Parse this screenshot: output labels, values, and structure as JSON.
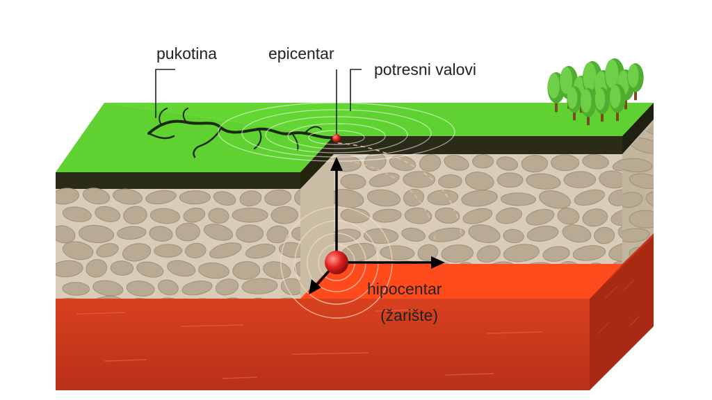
{
  "labels": {
    "crack": "pukotina",
    "epicenter": "epicentar",
    "waves": "potresni valovi",
    "hypocenter_line1": "hipocentar",
    "hypocenter_line2": "(žarište)"
  },
  "colors": {
    "grass": "#5fd130",
    "soil": "#2b2b1a",
    "rock_bg": "#d9cdb9",
    "stone": "#b9ab93",
    "stone_edge": "#9e907a",
    "magma": "#cf3a1c",
    "magma_side": "#a82a12",
    "magma_top": "#ff4a1c",
    "focus": "#d91f1f",
    "tree_leaf": "#6fcf48",
    "tree_trunk": "#7a4a22",
    "arrow": "#000000",
    "wave": "#ffffff",
    "label_text": "#222222"
  },
  "icons": {
    "epicenter_marker": "red-dot",
    "hypocenter_marker": "red-sphere",
    "trees": "tree-cluster"
  }
}
